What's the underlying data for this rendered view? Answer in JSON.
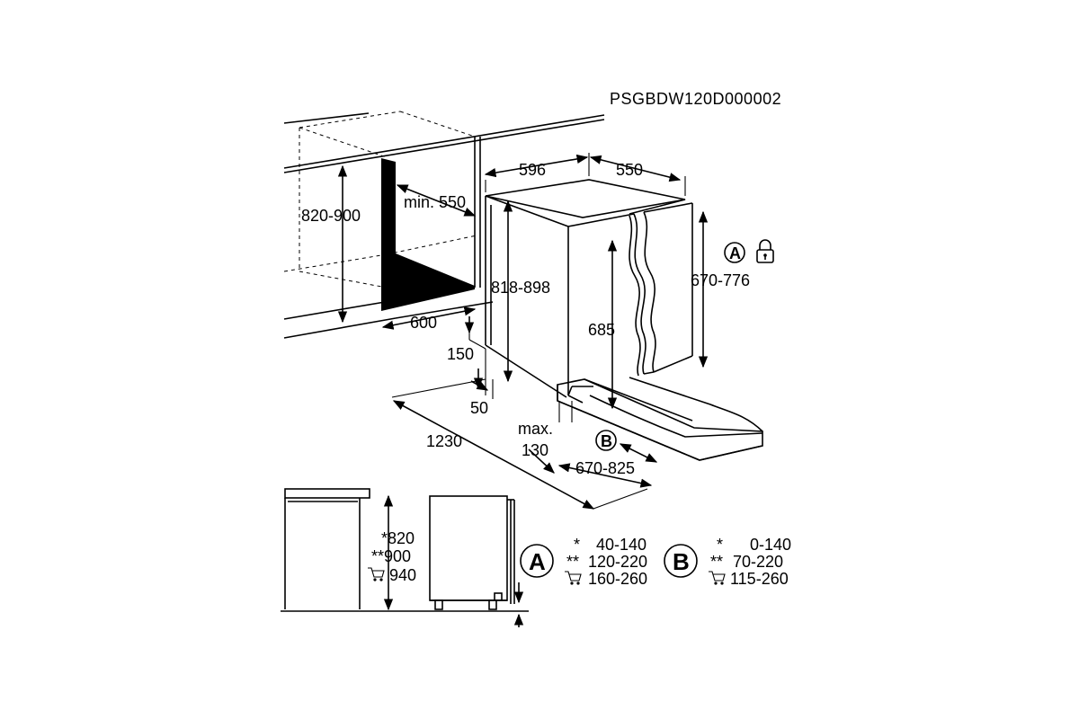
{
  "doc_code": "PSGBDW120D000002",
  "dims": {
    "d596": "596",
    "d550": "550",
    "min550": "min. 550",
    "h820_900": "820-900",
    "h818_898": "818-898",
    "h670_776": "670-776",
    "h685": "685",
    "w600": "600",
    "d150": "150",
    "d50": "50",
    "d1230": "1230",
    "max": "max.",
    "d130": "130",
    "d670_825": "670-825"
  },
  "markers": {
    "a": "A",
    "b": "B"
  },
  "icons": {
    "lock": "lock-icon",
    "cart": "cart-icon"
  },
  "side_view": {
    "star1": "*820",
    "star2": "**900",
    "cart_val": "940"
  },
  "legend_a": {
    "letter": "A",
    "rows": [
      {
        "mark": "*",
        "value": "40-140"
      },
      {
        "mark": "**",
        "value": "120-220"
      },
      {
        "mark": "",
        "value": "160-260"
      }
    ]
  },
  "legend_b": {
    "letter": "B",
    "rows": [
      {
        "mark": "*",
        "value": "0-140"
      },
      {
        "mark": "**",
        "value": "70-220"
      },
      {
        "mark": "",
        "value": "115-260"
      }
    ]
  }
}
